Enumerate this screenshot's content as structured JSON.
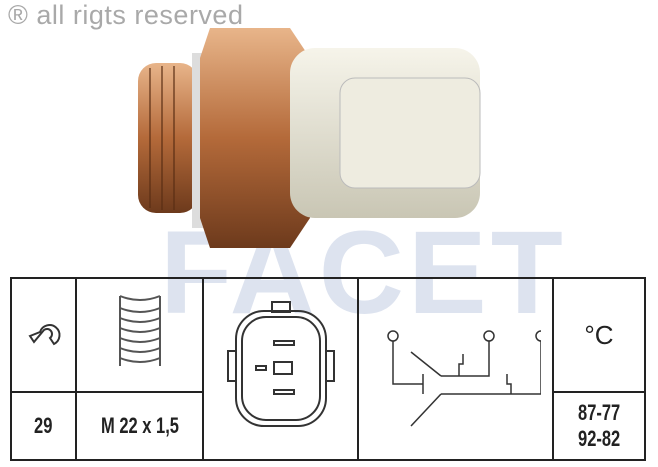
{
  "copyright": "® all rigts reserved",
  "watermark": "FACET",
  "table": {
    "wrench_size": "29",
    "thread": "M 22 x 1,5",
    "temp_unit": "°C",
    "temp_ranges": [
      "87-77",
      "92-82"
    ]
  },
  "icons": [
    "wrench-icon",
    "thread-icon",
    "connector-icon",
    "switch-schematic-icon"
  ]
}
